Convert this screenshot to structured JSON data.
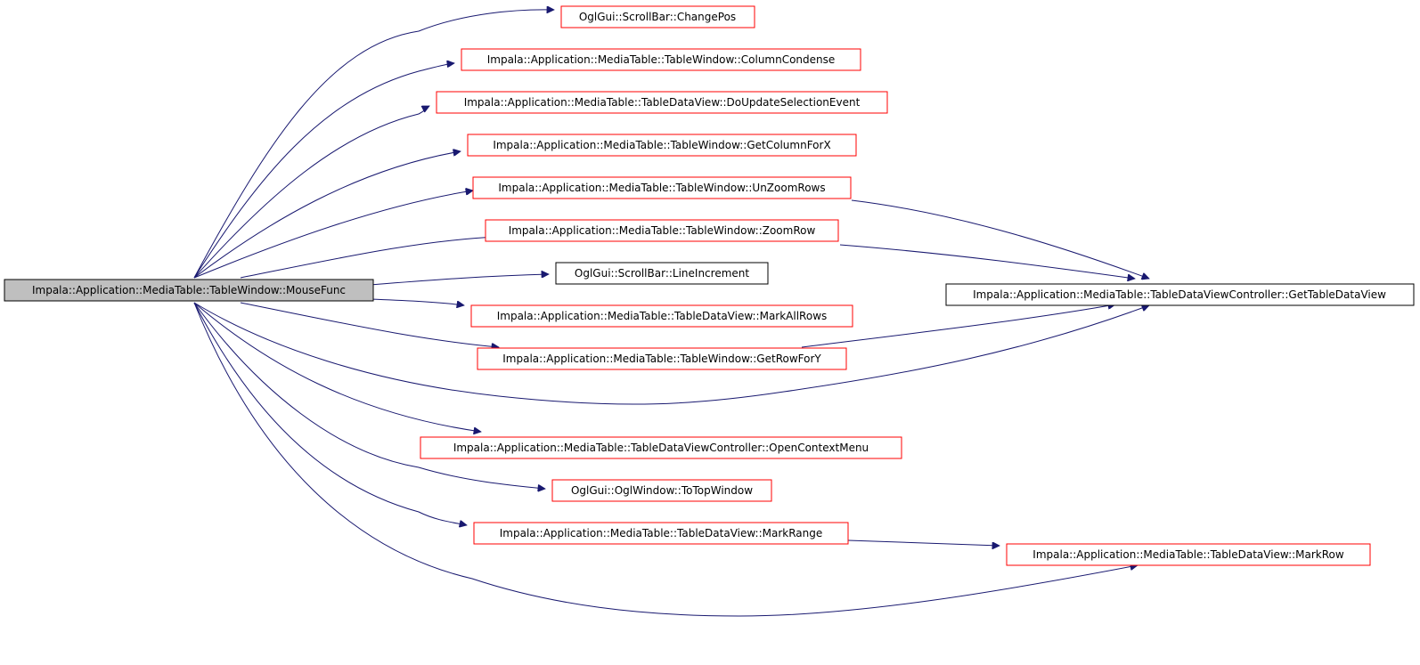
{
  "colors": {
    "edge": "#191970",
    "root_fill": "#bfbfbf",
    "root_border": "#000000",
    "node_border_red": "#ff0000",
    "node_border_black": "#000000",
    "node_fill": "#ffffff"
  },
  "nodes": [
    {
      "id": "mousefunc",
      "label": "Impala::Application::MediaTable::TableWindow::MouseFunc",
      "style": "root"
    },
    {
      "id": "changepos",
      "label": "OglGui::ScrollBar::ChangePos",
      "style": "red"
    },
    {
      "id": "columncondense",
      "label": "Impala::Application::MediaTable::TableWindow::ColumnCondense",
      "style": "red"
    },
    {
      "id": "doupdateselection",
      "label": "Impala::Application::MediaTable::TableDataView::DoUpdateSelectionEvent",
      "style": "red"
    },
    {
      "id": "getcolumnforx",
      "label": "Impala::Application::MediaTable::TableWindow::GetColumnForX",
      "style": "red"
    },
    {
      "id": "unzoomrows",
      "label": "Impala::Application::MediaTable::TableWindow::UnZoomRows",
      "style": "red"
    },
    {
      "id": "zoomrow",
      "label": "Impala::Application::MediaTable::TableWindow::ZoomRow",
      "style": "red"
    },
    {
      "id": "lineincrement",
      "label": "OglGui::ScrollBar::LineIncrement",
      "style": "black"
    },
    {
      "id": "markallrows",
      "label": "Impala::Application::MediaTable::TableDataView::MarkAllRows",
      "style": "red"
    },
    {
      "id": "getrowfory",
      "label": "Impala::Application::MediaTable::TableWindow::GetRowForY",
      "style": "red"
    },
    {
      "id": "gettabledataview",
      "label": "Impala::Application::MediaTable::TableDataViewController::GetTableDataView",
      "style": "black"
    },
    {
      "id": "opencontextmenu",
      "label": "Impala::Application::MediaTable::TableDataViewController::OpenContextMenu",
      "style": "red"
    },
    {
      "id": "totopwindow",
      "label": "OglGui::OglWindow::ToTopWindow",
      "style": "red"
    },
    {
      "id": "markrange",
      "label": "Impala::Application::MediaTable::TableDataView::MarkRange",
      "style": "red"
    },
    {
      "id": "markrow",
      "label": "Impala::Application::MediaTable::TableDataView::MarkRow",
      "style": "red"
    }
  ],
  "edges": [
    {
      "from": "mousefunc",
      "to": "changepos"
    },
    {
      "from": "mousefunc",
      "to": "columncondense"
    },
    {
      "from": "mousefunc",
      "to": "doupdateselection"
    },
    {
      "from": "mousefunc",
      "to": "getcolumnforx"
    },
    {
      "from": "mousefunc",
      "to": "unzoomrows"
    },
    {
      "from": "mousefunc",
      "to": "zoomrow"
    },
    {
      "from": "mousefunc",
      "to": "lineincrement"
    },
    {
      "from": "mousefunc",
      "to": "markallrows"
    },
    {
      "from": "mousefunc",
      "to": "getrowfory"
    },
    {
      "from": "mousefunc",
      "to": "gettabledataview"
    },
    {
      "from": "mousefunc",
      "to": "opencontextmenu"
    },
    {
      "from": "mousefunc",
      "to": "totopwindow"
    },
    {
      "from": "mousefunc",
      "to": "markrange"
    },
    {
      "from": "mousefunc",
      "to": "markrow"
    },
    {
      "from": "unzoomrows",
      "to": "gettabledataview"
    },
    {
      "from": "zoomrow",
      "to": "gettabledataview"
    },
    {
      "from": "getrowfory",
      "to": "gettabledataview"
    },
    {
      "from": "markrange",
      "to": "markrow"
    }
  ]
}
